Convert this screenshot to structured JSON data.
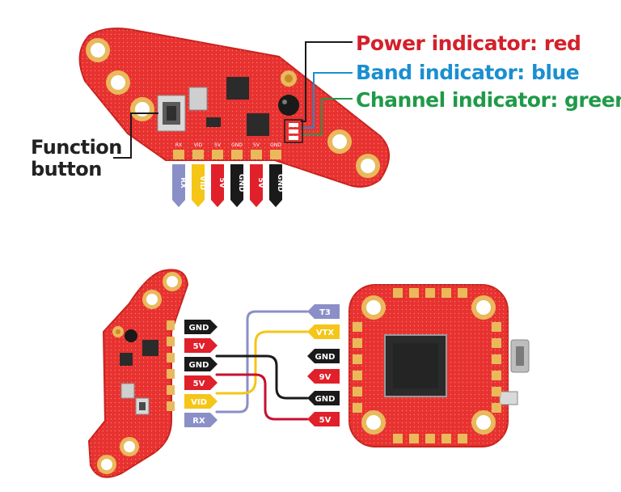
{
  "labels": {
    "power": "Power indicator: red",
    "band": "Band indicator: blue",
    "channel": "Channel indicator: green",
    "function_line1": "Function",
    "function_line2": "button"
  },
  "top_pins": [
    {
      "label": "RX",
      "color": "#8a8fc8",
      "text_color": "#ffffff"
    },
    {
      "label": "VID",
      "color": "#f5c518",
      "text_color": "#ffffff"
    },
    {
      "label": "5V",
      "color": "#e0202a",
      "text_color": "#ffffff"
    },
    {
      "label": "GND",
      "color": "#1a1a1a",
      "text_color": "#ffffff"
    },
    {
      "label": "5V",
      "color": "#e0202a",
      "text_color": "#ffffff"
    },
    {
      "label": "GND",
      "color": "#1a1a1a",
      "text_color": "#ffffff"
    }
  ],
  "top_pad_silk": [
    "RX",
    "VID",
    "5V",
    "GND",
    "5V",
    "GND"
  ],
  "left_tags": [
    {
      "label": "GND",
      "color": "#1a1a1a"
    },
    {
      "label": "5V",
      "color": "#e0202a"
    },
    {
      "label": "GND",
      "color": "#1a1a1a"
    },
    {
      "label": "5V",
      "color": "#e0202a"
    },
    {
      "label": "VID",
      "color": "#f5c518"
    },
    {
      "label": "RX",
      "color": "#8a8fc8"
    }
  ],
  "right_tags": [
    {
      "label": "T3",
      "color": "#8a8fc8"
    },
    {
      "label": "VTX",
      "color": "#f5c518"
    },
    {
      "label": "GND",
      "color": "#1a1a1a"
    },
    {
      "label": "9V",
      "color": "#e0202a"
    },
    {
      "label": "GND",
      "color": "#1a1a1a"
    },
    {
      "label": "5V",
      "color": "#e0202a"
    }
  ],
  "colors": {
    "power": "#d4202a",
    "band": "#1a8fd0",
    "channel": "#1f9a48",
    "board": "#e8322f",
    "pcb_edge": "#c8231f",
    "pad": "#e9b95b",
    "chip": "#2b2b2b"
  },
  "icons": [
    "function-button-icon",
    "chip-icon",
    "antenna-connector-icon",
    "led-icon",
    "usb-port-icon"
  ]
}
